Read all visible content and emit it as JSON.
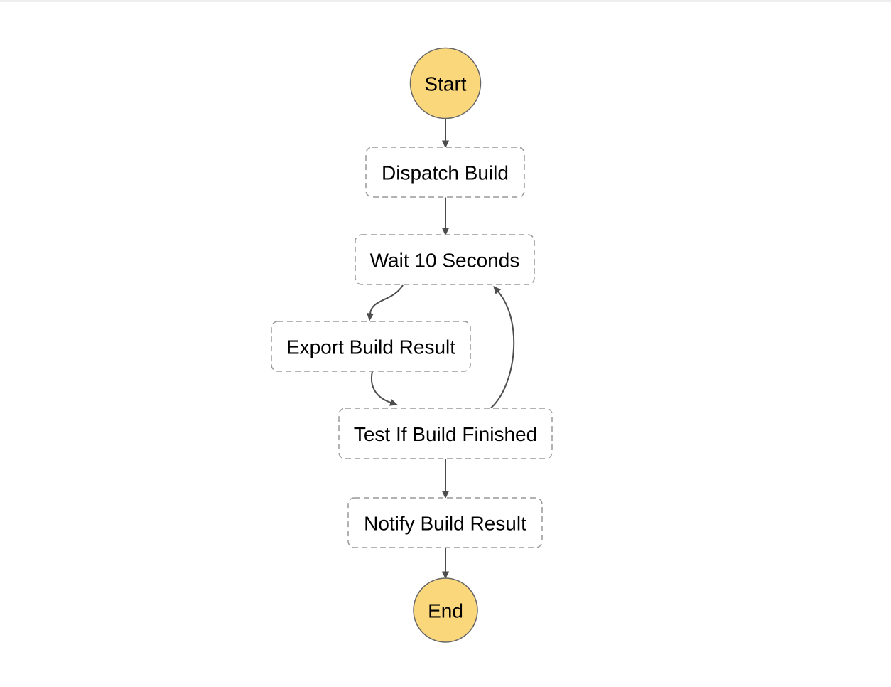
{
  "diagram": {
    "type": "flowchart",
    "nodes": [
      {
        "id": "start",
        "shape": "circle",
        "label": "Start"
      },
      {
        "id": "dispatch-build",
        "shape": "dashed-box",
        "label": "Dispatch Build"
      },
      {
        "id": "wait-10-seconds",
        "shape": "dashed-box",
        "label": "Wait 10 Seconds"
      },
      {
        "id": "export-build-result",
        "shape": "dashed-box",
        "label": "Export Build Result"
      },
      {
        "id": "test-if-build-finished",
        "shape": "dashed-box",
        "label": "Test If Build Finished"
      },
      {
        "id": "notify-build-result",
        "shape": "dashed-box",
        "label": "Notify Build Result"
      },
      {
        "id": "end",
        "shape": "circle",
        "label": "End"
      }
    ],
    "edges": [
      {
        "from": "start",
        "to": "dispatch-build",
        "style": "straight"
      },
      {
        "from": "dispatch-build",
        "to": "wait-10-seconds",
        "style": "straight"
      },
      {
        "from": "wait-10-seconds",
        "to": "export-build-result",
        "style": "curved"
      },
      {
        "from": "export-build-result",
        "to": "test-if-build-finished",
        "style": "curved"
      },
      {
        "from": "test-if-build-finished",
        "to": "wait-10-seconds",
        "style": "curved-loop-back"
      },
      {
        "from": "test-if-build-finished",
        "to": "notify-build-result",
        "style": "straight"
      },
      {
        "from": "notify-build-result",
        "to": "end",
        "style": "straight"
      }
    ],
    "colors": {
      "terminal_fill": "#FBD77B",
      "terminal_stroke": "#666666",
      "task_fill": "#FFFFFF",
      "task_stroke": "#999999",
      "edge_stroke": "#4D4D4D",
      "label_text": "#000000",
      "canvas_background": "#FFFFFF",
      "top_strip": "#EEEEEE"
    }
  }
}
